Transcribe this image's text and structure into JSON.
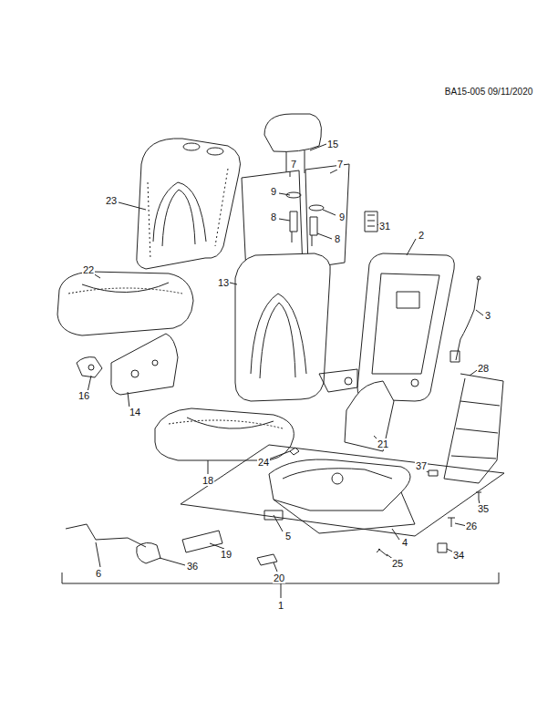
{
  "diagram": {
    "labels": [
      "BA15-005 09/11/2020",
      "15",
      "7",
      "7",
      "23",
      "9",
      "9",
      "8",
      "8",
      "31",
      "2",
      "22",
      "13",
      "3",
      "28",
      "16",
      "14",
      "21",
      "18",
      "24",
      "37",
      "35",
      "26",
      "5",
      "4",
      "34",
      "6",
      "19",
      "36",
      "25",
      "20",
      "1"
    ]
  }
}
